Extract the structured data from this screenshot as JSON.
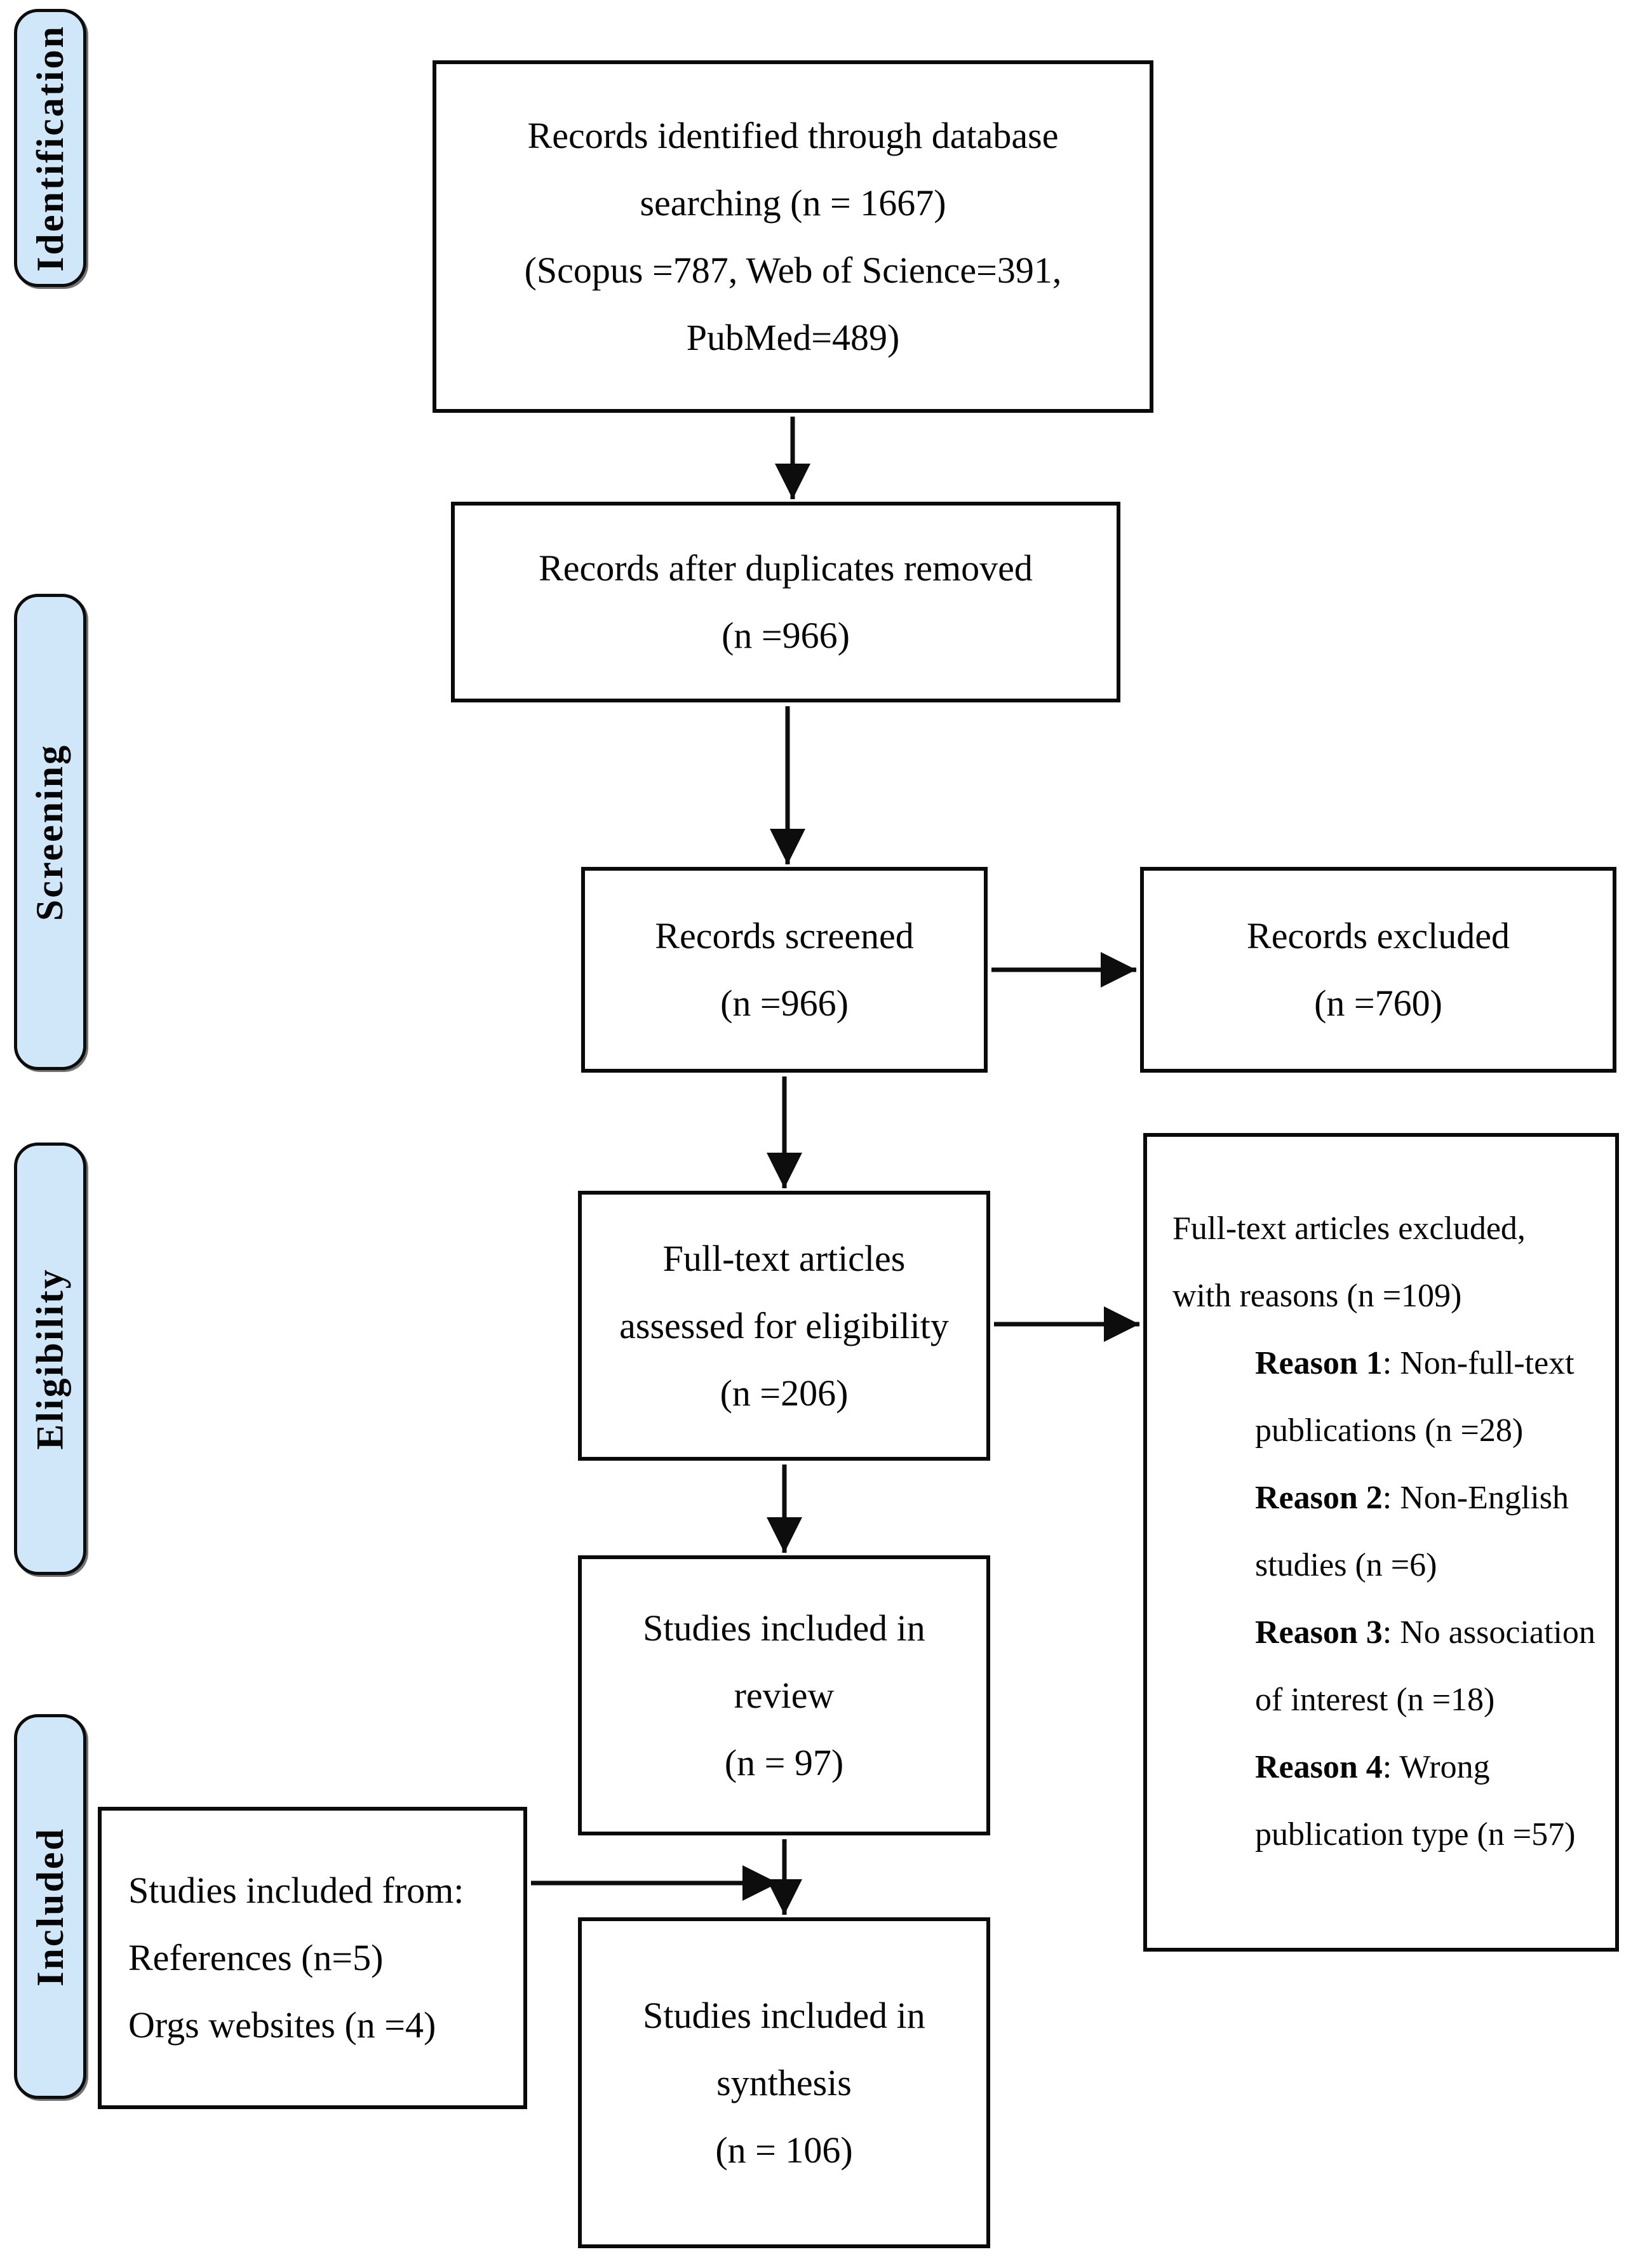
{
  "diagram": {
    "stage_labels": [
      "Identification",
      "Screening",
      "Eligibility",
      "Included"
    ],
    "boxes": {
      "identified": {
        "lines": [
          "Records identified through database",
          "searching (n = 1667)",
          "(Scopus =787, Web of Science=391,",
          "PubMed=489)"
        ]
      },
      "duplicates": {
        "lines": [
          "Records after duplicates removed",
          "(n =966)"
        ]
      },
      "screened": {
        "lines": [
          "Records screened",
          "(n =966)"
        ]
      },
      "records_excluded": {
        "lines": [
          "Records excluded",
          "(n =760)"
        ]
      },
      "fulltext": {
        "lines": [
          "Full-text articles",
          "assessed for eligibility",
          "(n =206)"
        ]
      },
      "ft_excluded": {
        "intro_lines": [
          "Full-text articles excluded,",
          "with reasons (n =109)"
        ],
        "reasons": [
          {
            "label": "Reason 1",
            "rest": ": Non-full-text",
            "line2": "publications (n =28)"
          },
          {
            "label": "Reason 2",
            "rest": ": Non-English",
            "line2": "studies (n =6)"
          },
          {
            "label": "Reason 3",
            "rest": ": No association",
            "line2": "of interest (n =18)"
          },
          {
            "label": "Reason 4",
            "rest": ": Wrong",
            "line2": "publication type (n =57)"
          }
        ]
      },
      "review": {
        "lines": [
          "Studies included in",
          "review",
          "(n = 97)"
        ]
      },
      "included_from": {
        "lines": [
          "Studies included from:",
          "References (n=5)",
          "Orgs websites (n =4)"
        ]
      },
      "synthesis": {
        "lines": [
          "Studies included in",
          "synthesis",
          "(n = 106)"
        ]
      }
    },
    "colors": {
      "stage_fill": "#cfe7f8",
      "stage_border": "#0d0d0d",
      "box_border": "#0a0a0a",
      "arrow": "#0d0d0d",
      "background": "#ffffff"
    }
  }
}
